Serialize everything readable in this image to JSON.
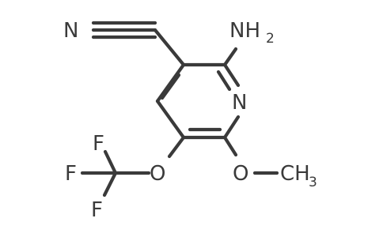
{
  "molecule": {
    "atoms": {
      "nitrile_n": "N",
      "amino_n": "NH",
      "amino_sub": "2",
      "ring_n": "N",
      "methoxy_o": "O",
      "methyl": "CH",
      "methyl_sub": "3",
      "ether_o": "O",
      "f_top": "F",
      "f_mid": "F",
      "f_bot": "F"
    }
  },
  "colors": {
    "bond": "#3a3a3a",
    "label": "#3a3a3a",
    "background": "#ffffff"
  }
}
